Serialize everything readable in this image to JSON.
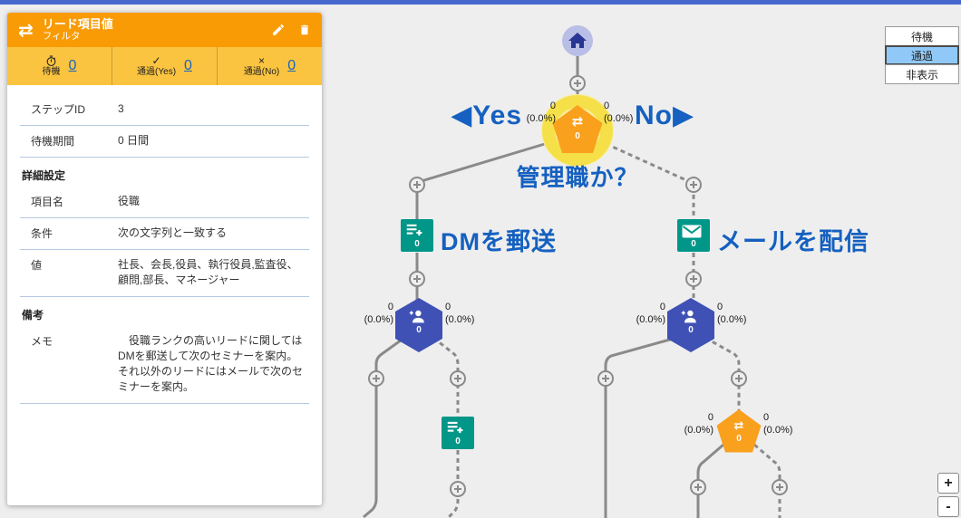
{
  "panel": {
    "header": {
      "title": "リード項目値",
      "subtitle": "フィルタ"
    },
    "stats": [
      {
        "icon": "timer-icon",
        "label": "待機",
        "value": "0"
      },
      {
        "icon": "check-icon",
        "label": "通過(Yes)",
        "value": "0"
      },
      {
        "icon": "cross-icon",
        "label": "通過(No)",
        "value": "0"
      }
    ],
    "rows": [
      {
        "label": "ステップID",
        "value": "3"
      },
      {
        "label": "待機期間",
        "value": "0 日間"
      }
    ],
    "sections": {
      "detail": "詳細設定",
      "note": "備考"
    },
    "detail_rows": [
      {
        "label": "項目名",
        "value": "役職"
      },
      {
        "label": "条件",
        "value": "次の文字列と一致する"
      },
      {
        "label": "値",
        "value": " 社長、会長,役員、執行役員,監査役、顧問,部長、マネージャー"
      }
    ],
    "note_rows": [
      {
        "label": "メモ",
        "value": "　役職ランクの高いリードに関してはDMを郵送して次のセミナーを案内。それ以外のリードにはメールで次のセミナーを案内。"
      }
    ]
  },
  "canvas": {
    "decision1": {
      "question": "管理職か？",
      "yes": "◀Yes",
      "no": "No▶",
      "count": "0",
      "icon": "swap-arrows-icon",
      "left_count": "0",
      "left_pct": "(0.0%)",
      "right_count": "0",
      "right_pct": "(0.0%)"
    },
    "dm": {
      "label": "DMを郵送",
      "count": "0",
      "icon": "list-add-icon"
    },
    "mail": {
      "label": "メールを配信",
      "count": "0",
      "icon": "mail-icon"
    },
    "hex_left": {
      "count": "0",
      "icon": "person-add-icon",
      "left_count": "0",
      "left_pct": "(0.0%)",
      "right_count": "0",
      "right_pct": "(0.0%)"
    },
    "hex_right": {
      "count": "0",
      "icon": "person-add-icon",
      "left_count": "0",
      "left_pct": "(0.0%)",
      "right_count": "0",
      "right_pct": "(0.0%)"
    },
    "list_add": {
      "count": "0",
      "icon": "list-add-icon"
    },
    "decision2": {
      "count": "0",
      "icon": "swap-arrows-icon",
      "left_count": "0",
      "left_pct": "(0.0%)",
      "right_count": "0",
      "right_pct": "(0.0%)"
    }
  },
  "filters": [
    {
      "label": "待機",
      "selected": false
    },
    {
      "label": "通過",
      "selected": true
    },
    {
      "label": "非表示",
      "selected": false
    }
  ],
  "zoom": {
    "in": "+",
    "out": "-"
  },
  "icons": {
    "panel_type": "⇄",
    "decision_node": "⇄",
    "check": "✓",
    "cross": "×"
  },
  "colors": {
    "top_bar_blue": "#4668ce",
    "header_orange": "#f99b05",
    "stats_amber": "#fbc440",
    "value_link_blue": "#1565c0",
    "label_blue": "#1560c0",
    "node_orange": "#f9a01d",
    "node_teal": "#009688",
    "node_indigo": "#3f51b5",
    "halo_yellow": "#f5e04a",
    "home_lavender": "#b9bee6",
    "line_gray": "#8a8a8a",
    "selected_filter_blue": "#90c9f8"
  }
}
